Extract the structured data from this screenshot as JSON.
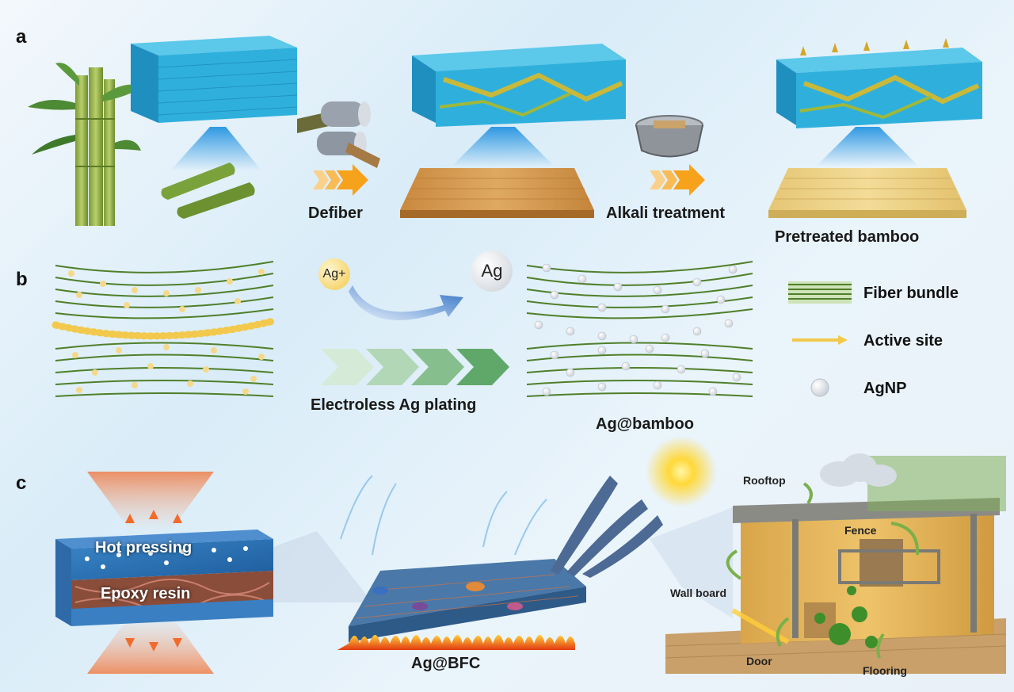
{
  "panels": {
    "a": "a",
    "b": "b",
    "c": "c"
  },
  "panel_a": {
    "defiber": "Defiber",
    "alkali": "Alkali treatment",
    "pretreated": "Pretreated bamboo"
  },
  "panel_b": {
    "ag_ion": "Ag+",
    "ag": "Ag",
    "plating": "Electroless Ag plating",
    "ag_bamboo": "Ag@bamboo",
    "legend": {
      "fiber_bundle": "Fiber bundle",
      "active_site": "Active site",
      "agnp": "AgNP"
    }
  },
  "panel_c": {
    "hot_pressing": "Hot pressing",
    "epoxy_resin": "Epoxy resin",
    "ag_bfc": "Ag@BFC",
    "rooftop": "Rooftop",
    "fence": "Fence",
    "wall_board": "Wall board",
    "door": "Door",
    "flooring": "Flooring"
  },
  "colors": {
    "fiber_blue": "#2fb0dc",
    "fiber_green": "#4f7f2a",
    "active_yellow": "#f2c94c",
    "arrow_orange": "#f7a21b",
    "plate_wood": "#d49a52",
    "plate_pretreated": "#ecd48e"
  }
}
